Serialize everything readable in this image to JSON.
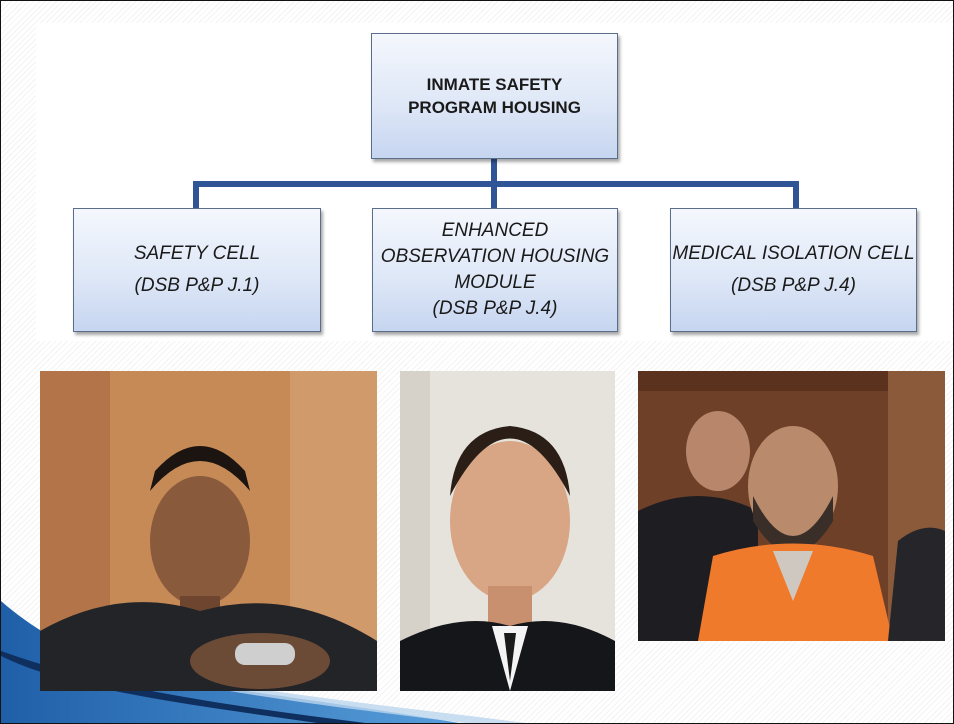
{
  "org_chart": {
    "root": {
      "line1": "INMATE SAFETY",
      "line2": "PROGRAM HOUSING"
    },
    "children": [
      {
        "title": "SAFETY CELL",
        "reference": "(DSB P&P J.1)"
      },
      {
        "title_line1": "ENHANCED",
        "title_line2": "OBSERVATION HOUSING",
        "title_line3": "MODULE",
        "reference": "(DSB P&P J.4)"
      },
      {
        "title": "MEDICAL ISOLATION CELL",
        "reference": "(DSB P&P J.4)"
      }
    ],
    "box_fill": "#dfe8f7",
    "connector_color": "#2f5597"
  },
  "photos": [
    {
      "icon": "person-in-jail-uniform-with-handcuffs"
    },
    {
      "icon": "smiling-man-in-suit"
    },
    {
      "icon": "bearded-man-in-orange-jumpsuit"
    }
  ],
  "colors": {
    "accent": "#2e74b5",
    "border": "#111111"
  }
}
